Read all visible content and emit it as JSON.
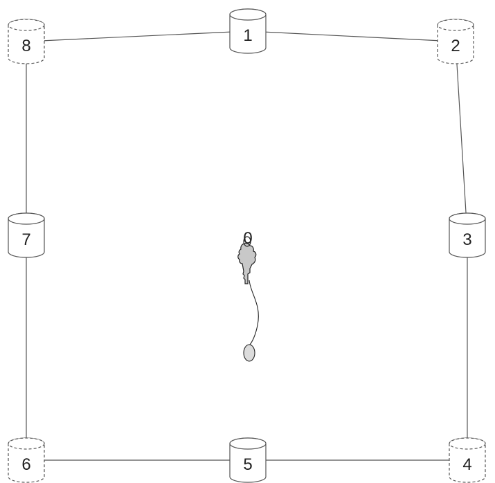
{
  "nodes": [
    {
      "id": "1",
      "label": "1",
      "style": "solid"
    },
    {
      "id": "2",
      "label": "2",
      "style": "dashed"
    },
    {
      "id": "3",
      "label": "3",
      "style": "solid"
    },
    {
      "id": "4",
      "label": "4",
      "style": "dashed"
    },
    {
      "id": "5",
      "label": "5",
      "style": "solid"
    },
    {
      "id": "6",
      "label": "6",
      "style": "dashed"
    },
    {
      "id": "7",
      "label": "7",
      "style": "solid"
    },
    {
      "id": "8",
      "label": "8",
      "style": "dashed"
    }
  ],
  "edges": [
    [
      "8",
      "1"
    ],
    [
      "1",
      "2"
    ],
    [
      "2",
      "3"
    ],
    [
      "3",
      "4"
    ],
    [
      "4",
      "5"
    ],
    [
      "5",
      "6"
    ],
    [
      "6",
      "7"
    ],
    [
      "7",
      "8"
    ]
  ],
  "center": {
    "label": "0",
    "figure": "key-with-tag-icon"
  },
  "colors": {
    "stroke": "#555555",
    "text": "#222222",
    "key_fill": "#c8c8c8",
    "tag_fill": "#dcdcdc"
  }
}
